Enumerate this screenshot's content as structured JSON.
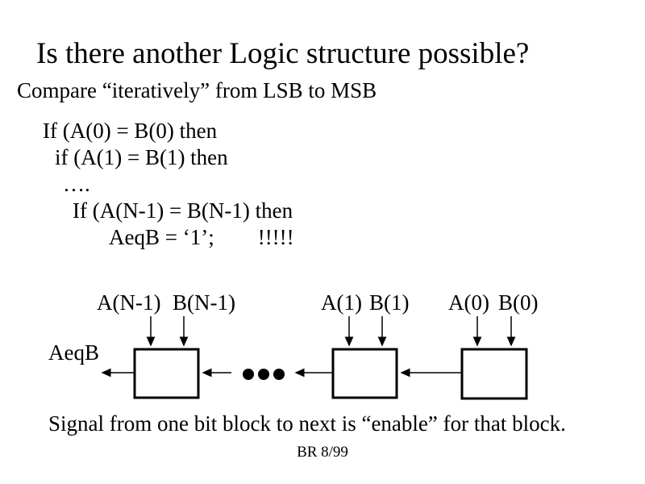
{
  "slide": {
    "title": "Is there another Logic structure possible?",
    "subtitle": "Compare “iteratively” from LSB to MSB",
    "code": {
      "lines": [
        "If (A(0) = B(0) then",
        "if (A(1) = B(1) then",
        "….",
        "If (A(N-1) = B(N-1) then",
        "AeqB = ‘1’;        !!!!!"
      ]
    },
    "diagram": {
      "input_labels": [
        "A(N-1)",
        "B(N-1)",
        "A(1)",
        "B(1)",
        "A(0)",
        "B(0)"
      ],
      "output_label": "AeqB"
    },
    "caption": "Signal from one bit block to next is “enable” for that block.",
    "footer": "BR 8/99",
    "colors": {
      "background": "#ffffff",
      "ink": "#000000"
    }
  }
}
